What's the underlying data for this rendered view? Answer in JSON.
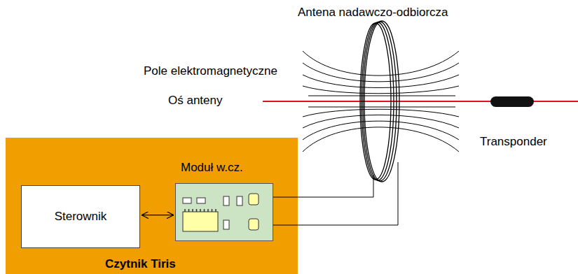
{
  "diagram": {
    "nodes": [
      {
        "text": [
          "Czytnik Tiris"
        ]
      },
      {
        "text": [
          "Sterownik"
        ],
        "in": 0
      },
      {
        "text": [
          "Moduł w.cz."
        ],
        "in": 0
      }
    ],
    "edges": [
      {
        "from": 1,
        "to": 2,
        "arrow": "both"
      }
    ],
    "labels": [
      "Antena nadawczo-odbiorcza",
      "Pole elektromagnetyczne",
      "Oś anteny",
      "Transponder"
    ]
  }
}
